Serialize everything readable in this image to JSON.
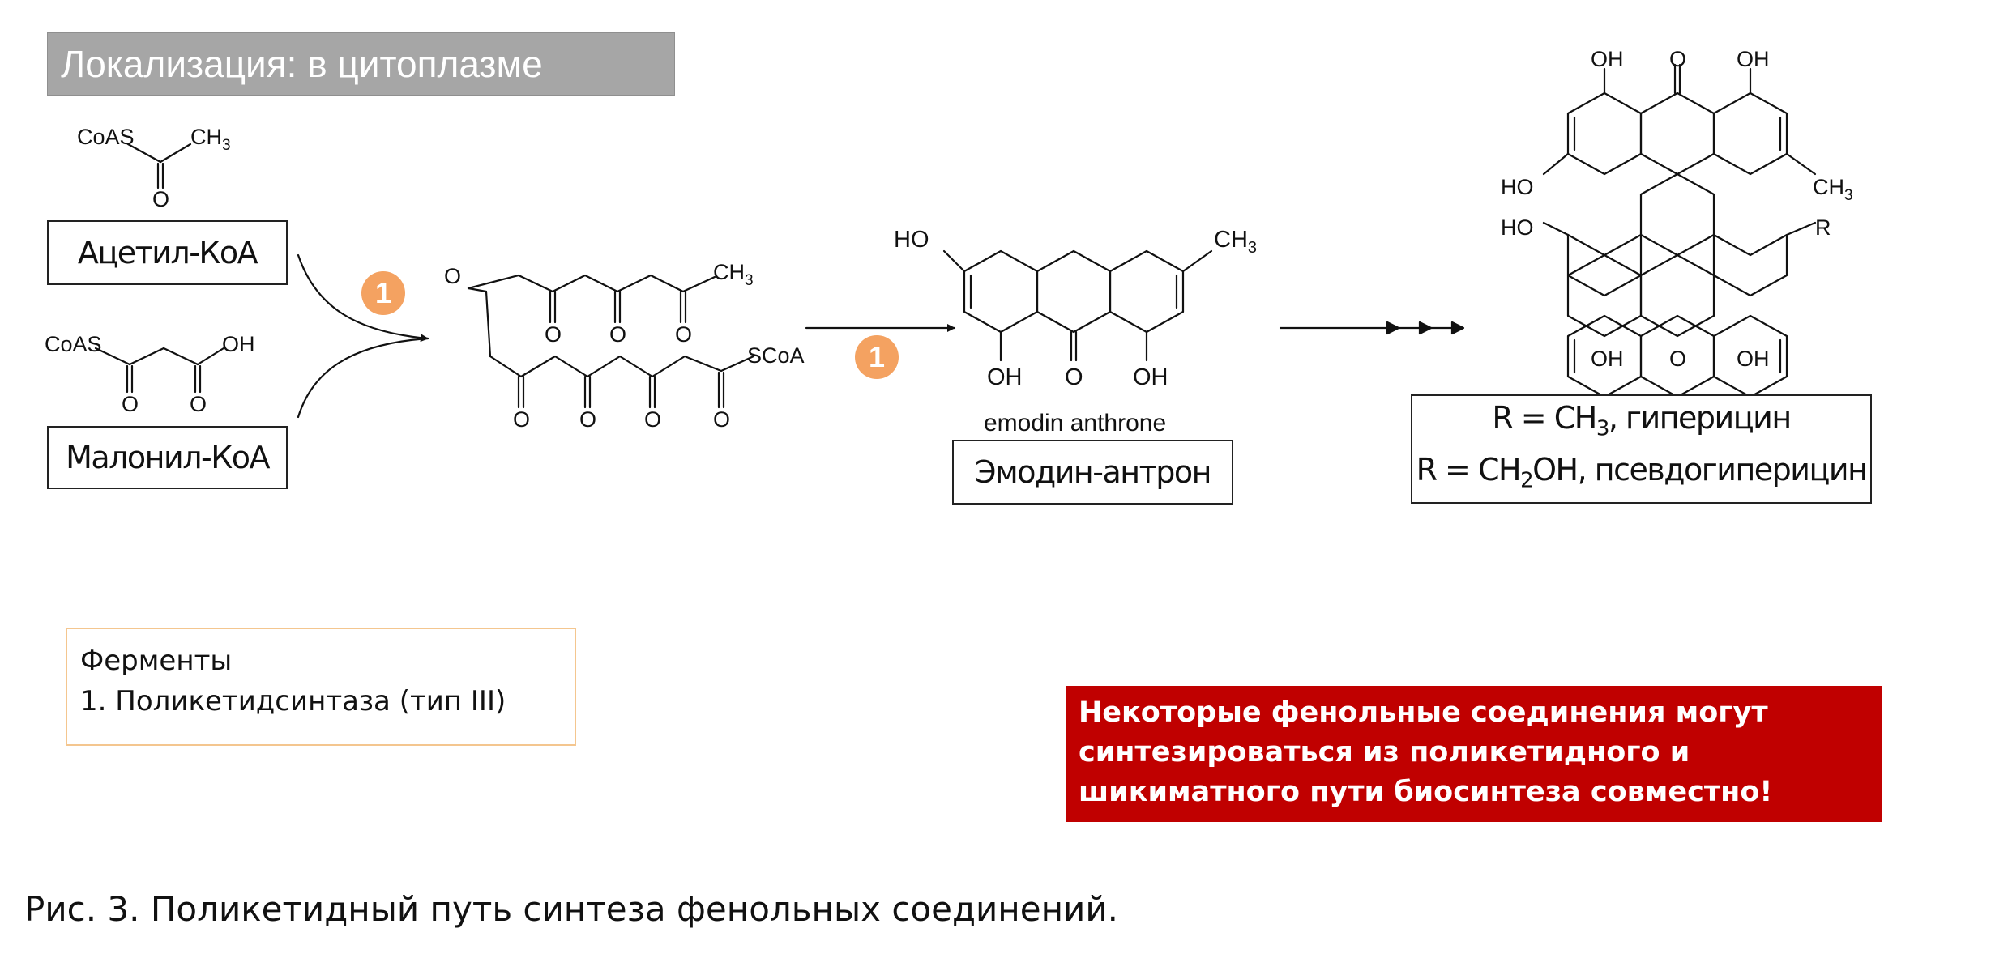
{
  "localization": "Локализация: в цитоплазме",
  "structure_labels": {
    "acetyl": {
      "left": "CoAS",
      "ch3": "CH",
      "ch3_sub": "3",
      "o": "O"
    },
    "malonyl": {
      "left": "CoAS",
      "oh": "OH",
      "o1": "O",
      "o2": "O"
    },
    "polyketide": {
      "o": "O",
      "ch3": "CH",
      "ch3_sub": "3",
      "scoa": "SCoA"
    },
    "emodin": {
      "ho": "HO",
      "ch3": "CH",
      "ch3_sub": "3",
      "oh": "OH",
      "o": "O",
      "name": "emodin anthrone"
    },
    "hypericin": {
      "oh": "OH",
      "o": "O",
      "ho": "HO",
      "ch3": "CH",
      "ch3_sub": "3",
      "r": "R"
    }
  },
  "boxes": {
    "acetyl_coa": "Ацетил-КоА",
    "malonyl_coa": "Малонил-КоА",
    "emodin_anthrone": "Эмодин-антрон",
    "hypericin": {
      "line1_prefix": "R = CH",
      "line1_sub": "3",
      "line1_suffix": ", гиперицин",
      "line2_prefix": "R = CH",
      "line2_sub": "2",
      "line2_suffix": "OH, псевдогиперицин"
    }
  },
  "step_badges": [
    "1",
    "1"
  ],
  "enzymes": {
    "title": "Ферменты",
    "items": [
      "1. Поликетидсинтаза (тип III)"
    ]
  },
  "note_lines": [
    "Некоторые фенольные соединения могут",
    "синтезироваться из поликетидного и",
    "шикиматного пути биосинтеза совместно!"
  ],
  "caption": "Рис. 3. Поликетидный путь синтеза фенольных соединений.",
  "colors": {
    "banner_bg": "#a6a6a6",
    "badge": "#f4a261",
    "note_bg": "#c00000",
    "enzyme_border": "#f4c68f"
  }
}
